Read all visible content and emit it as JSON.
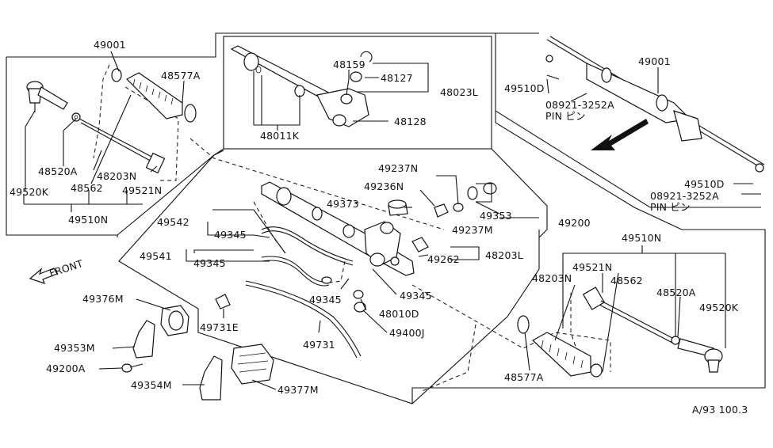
{
  "diagram": {
    "labels": {
      "p49001_left": "49001",
      "p48577A_top": "48577A",
      "p48520A_left": "48520A",
      "p48203N_left": "48203N",
      "p48562_left": "48562",
      "p49520K_left": "49520K",
      "p49521N_left": "49521N",
      "p49510N_left": "49510N",
      "p48159": "48159",
      "p48127": "48127",
      "p48023L": "48023L",
      "p48128": "48128",
      "p48011K": "48011K",
      "p49001_right": "49001",
      "p49510D_top": "49510D",
      "p08921_top": "08921-3252A",
      "pin_top": "PIN ピン",
      "p49510D_bottom": "49510D",
      "p08921_bottom": "08921-3252A",
      "pin_bottom": "PIN ピン",
      "p49237N": "49237N",
      "p49236N": "49236N",
      "p49373": "49373",
      "p49353_right": "49353",
      "p49237M": "49237M",
      "p49200": "49200",
      "p49542": "49542",
      "p49345_a": "49345",
      "p49541": "49541",
      "p49345_b": "49345",
      "p49262": "49262",
      "p48203L": "48203L",
      "p49345_c": "49345",
      "p49345_d": "49345",
      "p48010D": "48010D",
      "p49400J": "49400J",
      "front": "FRONT",
      "p49376M": "49376M",
      "p49731E": "49731E",
      "p49731": "49731",
      "p49353M": "49353M",
      "p49200A": "49200A",
      "p49354M": "49354M",
      "p49377M": "49377M",
      "p49510N_right": "49510N",
      "p49521N_right": "49521N",
      "p48203N_right": "48203N",
      "p48562_right": "48562",
      "p48520A_right": "48520A",
      "p49520K_right": "49520K",
      "p48577A_bottom": "48577A",
      "code": "A/93 100.3"
    }
  }
}
